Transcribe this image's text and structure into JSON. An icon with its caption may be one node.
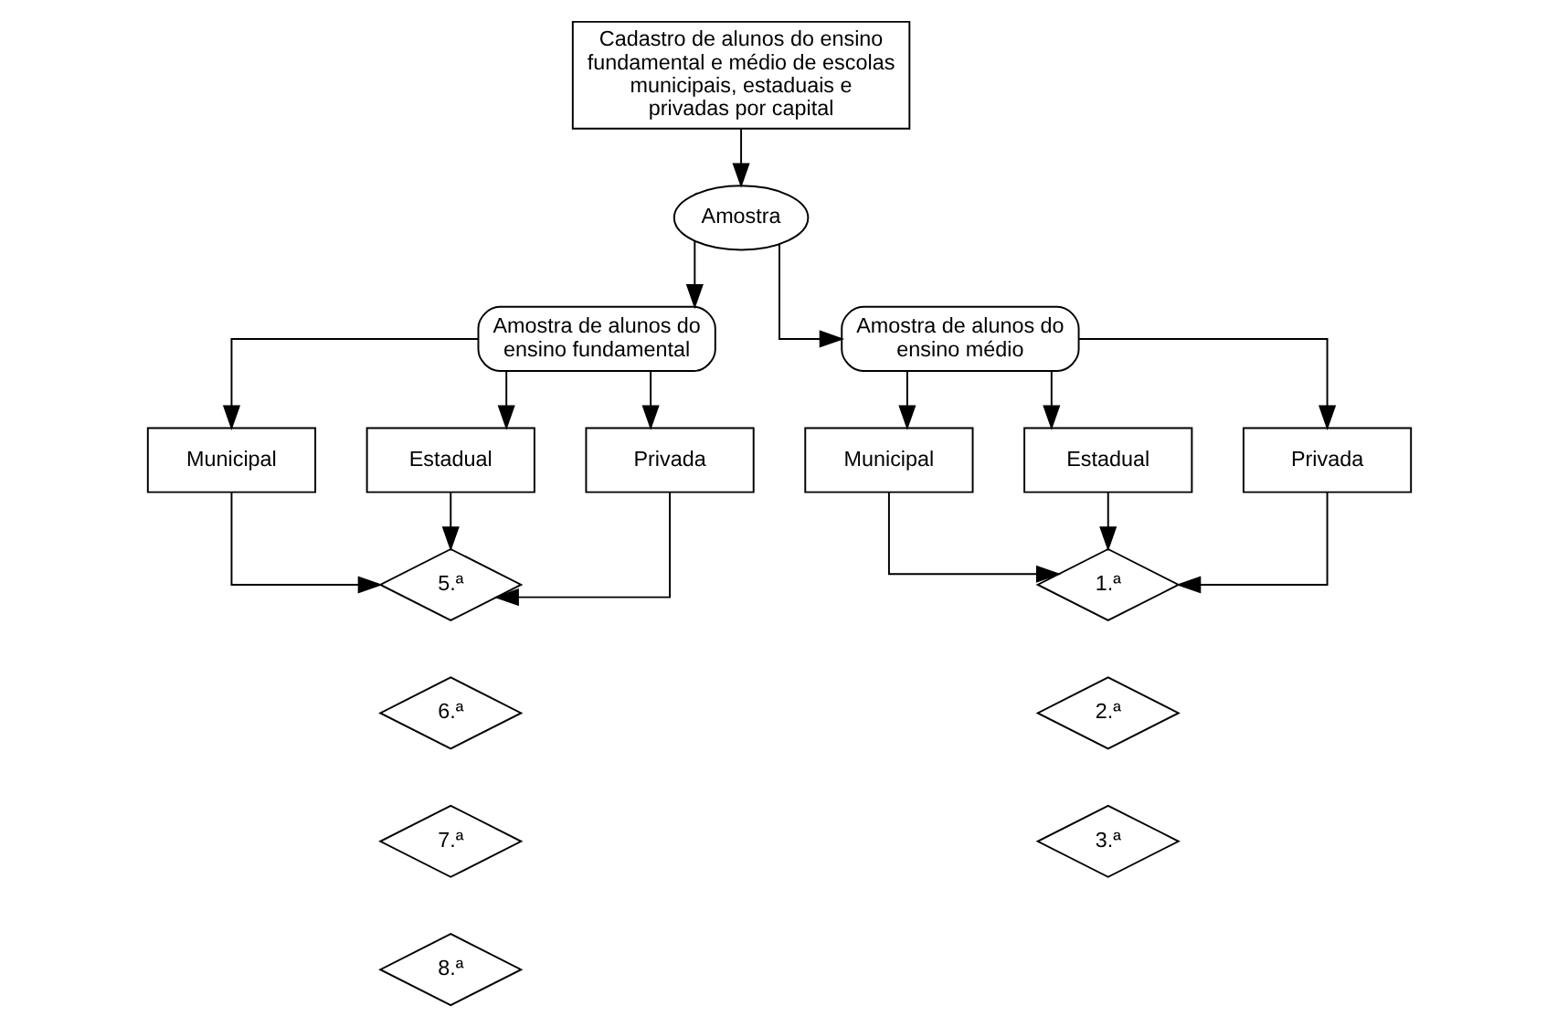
{
  "diagram": {
    "nodes": [
      {
        "text": [
          "Cadastro de alunos do ensino fundamental e médio de escolas municipais, estaduais e privadas por capital"
        ]
      },
      {
        "text": [
          "Amostra"
        ]
      },
      {
        "text": [
          "Amostra de alunos do ensino fundamental"
        ]
      },
      {
        "text": [
          "Amostra de alunos do ensino médio"
        ]
      },
      {
        "text": [
          "Municipal"
        ]
      },
      {
        "text": [
          "Estadual"
        ]
      },
      {
        "text": [
          "Privada"
        ]
      },
      {
        "text": [
          "Municipal"
        ]
      },
      {
        "text": [
          "Estadual"
        ]
      },
      {
        "text": [
          "Privada"
        ]
      },
      {
        "text": [
          "5.ª"
        ]
      },
      {
        "text": [
          "6.ª"
        ]
      },
      {
        "text": [
          "7.ª"
        ]
      },
      {
        "text": [
          "8.ª"
        ]
      },
      {
        "text": [
          "1.ª"
        ]
      },
      {
        "text": [
          "2.ª"
        ]
      },
      {
        "text": [
          "3.ª"
        ]
      }
    ],
    "edges": [
      {
        "from": 0,
        "to": 1,
        "arrow": "to"
      },
      {
        "from": 1,
        "to": 2,
        "arrow": "to"
      },
      {
        "from": 1,
        "to": 3,
        "arrow": "to"
      },
      {
        "from": 2,
        "to": 4,
        "arrow": "to"
      },
      {
        "from": 2,
        "to": 5,
        "arrow": "to"
      },
      {
        "from": 2,
        "to": 6,
        "arrow": "to"
      },
      {
        "from": 3,
        "to": 7,
        "arrow": "to"
      },
      {
        "from": 3,
        "to": 8,
        "arrow": "to"
      },
      {
        "from": 3,
        "to": 9,
        "arrow": "to"
      },
      {
        "from": 4,
        "to": 10,
        "arrow": "to"
      },
      {
        "from": 5,
        "to": 10,
        "arrow": "to"
      },
      {
        "from": 6,
        "to": 10,
        "arrow": "to"
      },
      {
        "from": 7,
        "to": 14,
        "arrow": "to"
      },
      {
        "from": 8,
        "to": 14,
        "arrow": "to"
      },
      {
        "from": 9,
        "to": 14,
        "arrow": "to"
      }
    ]
  }
}
